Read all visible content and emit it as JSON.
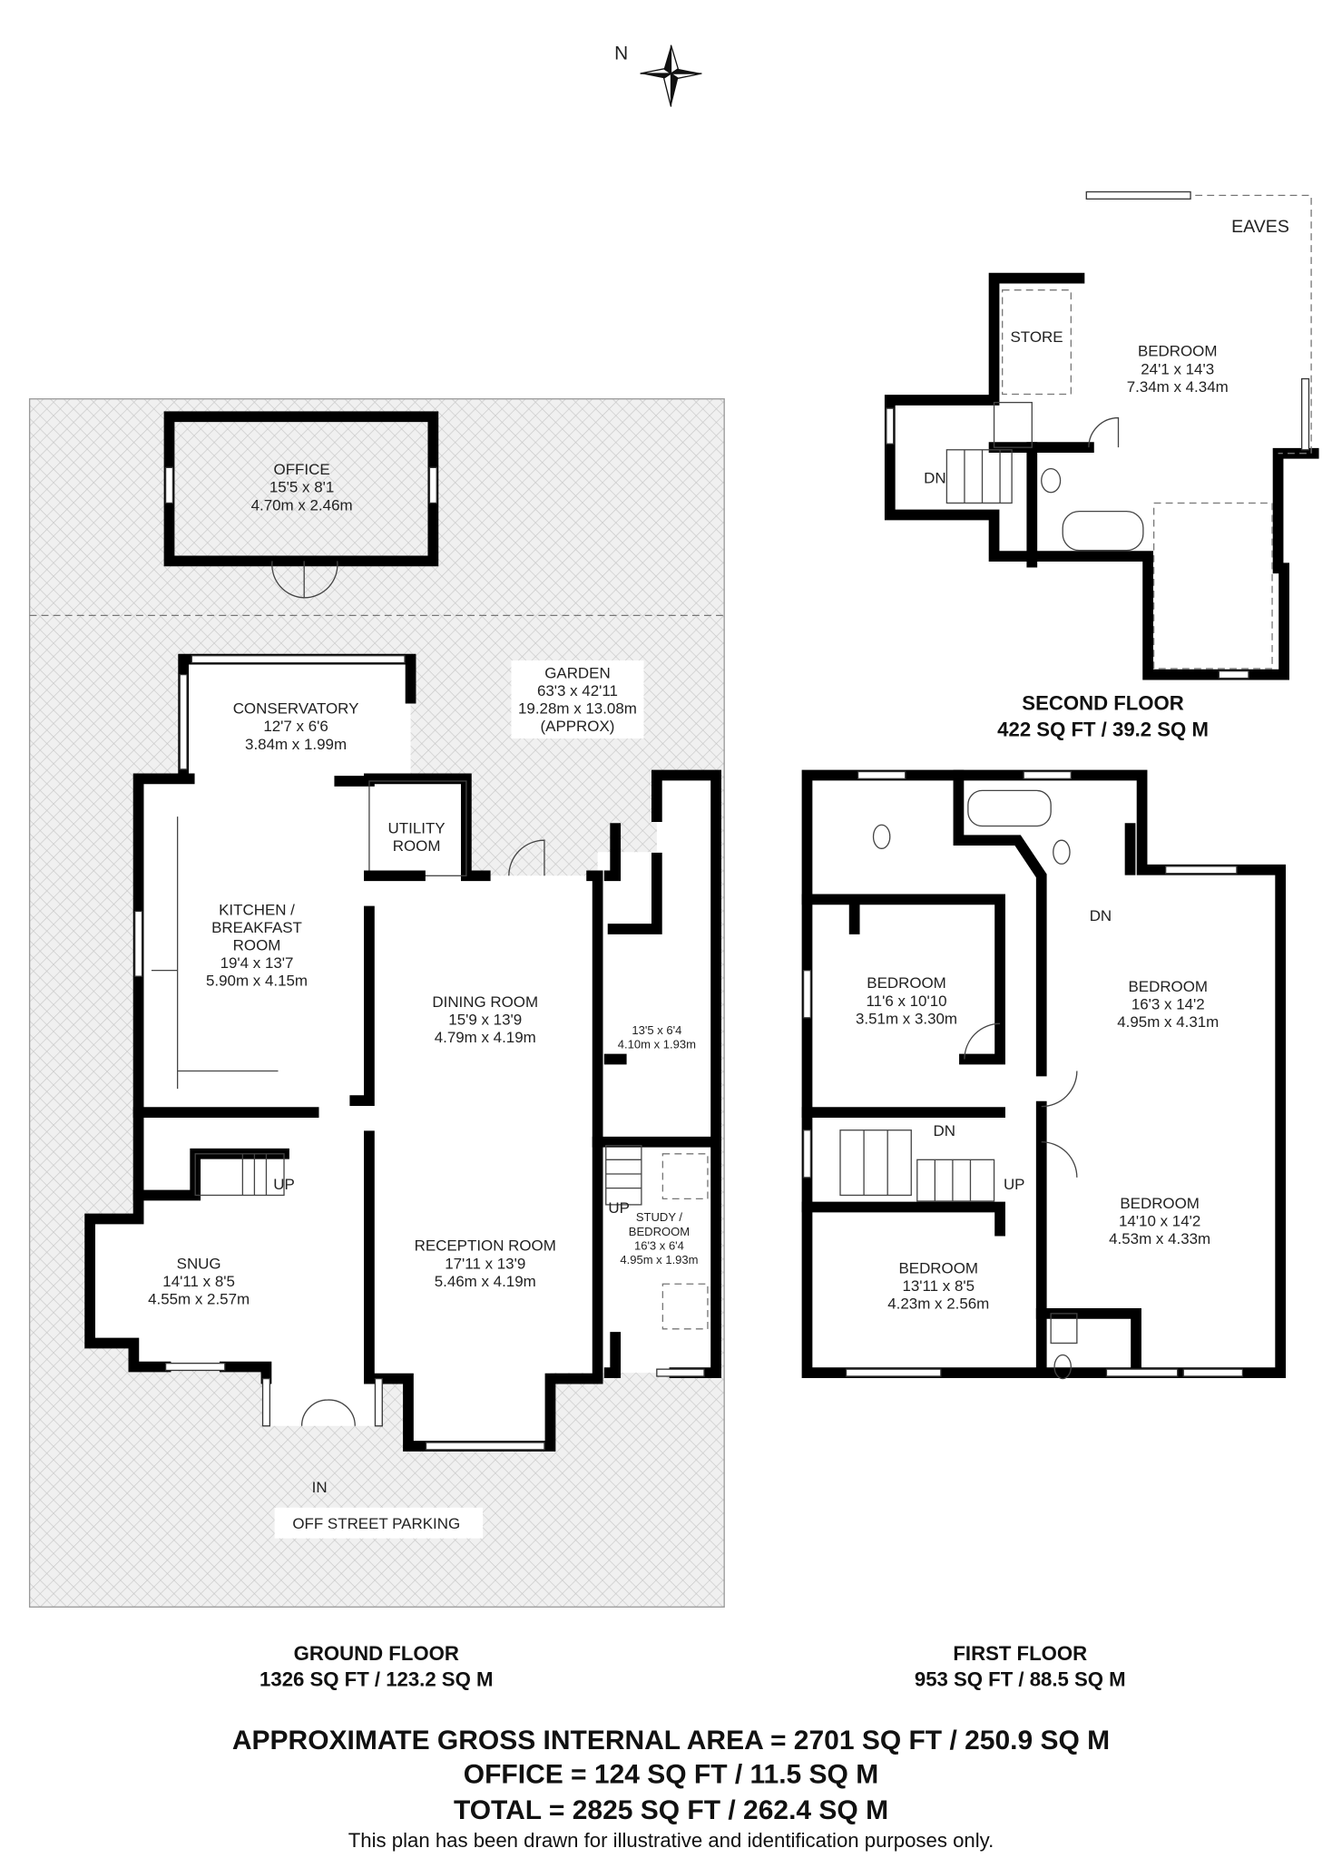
{
  "compass": {
    "label": "N",
    "icon": "compass-rose-icon"
  },
  "ground_floor": {
    "title": "GROUND FLOOR",
    "area": "1326 SQ FT / 123.2 SQ M",
    "rooms": {
      "office": {
        "name": "OFFICE",
        "imperial": "15'5 x 8'1",
        "metric": "4.70m x 2.46m"
      },
      "garden": {
        "name": "GARDEN",
        "imperial": "63'3 x 42'11",
        "metric": "19.28m x 13.08m",
        "note": "(APPROX)"
      },
      "conservatory": {
        "name": "CONSERVATORY",
        "imperial": "12'7 x 6'6",
        "metric": "3.84m x 1.99m"
      },
      "utility": {
        "name1": "UTILITY",
        "name2": "ROOM"
      },
      "kitchen": {
        "name1": "KITCHEN /",
        "name2": "BREAKFAST",
        "name3": "ROOM",
        "imperial": "19'4 x 13'7",
        "metric": "5.90m x 4.15m"
      },
      "dining": {
        "name": "DINING ROOM",
        "imperial": "15'9 x 13'9",
        "metric": "4.79m x 4.19m"
      },
      "annex": {
        "imperial": "13'5 x 6'4",
        "metric": "4.10m x 1.93m"
      },
      "study": {
        "name1": "STUDY /",
        "name2": "BEDROOM",
        "imperial": "16'3 x 6'4",
        "metric": "4.95m x 1.93m"
      },
      "snug": {
        "name": "SNUG",
        "imperial": "14'11 x 8'5",
        "metric": "4.55m x 2.57m"
      },
      "reception": {
        "name": "RECEPTION ROOM",
        "imperial": "17'11 x 13'9",
        "metric": "5.46m x 4.19m"
      }
    },
    "up1": "UP",
    "up2": "UP",
    "entrance": "IN",
    "parking": "OFF STREET PARKING"
  },
  "first_floor": {
    "title": "FIRST FLOOR",
    "area": "953 SQ FT / 88.5 SQ M",
    "rooms": {
      "bed1": {
        "name": "BEDROOM",
        "imperial": "11'6 x 10'10",
        "metric": "3.51m x 3.30m"
      },
      "bed2": {
        "name": "BEDROOM",
        "imperial": "16'3 x 14'2",
        "metric": "4.95m x 4.31m"
      },
      "bed3": {
        "name": "BEDROOM",
        "imperial": "13'11 x 8'5",
        "metric": "4.23m x 2.56m"
      },
      "bed4": {
        "name": "BEDROOM",
        "imperial": "14'10 x 14'2",
        "metric": "4.53m x 4.33m"
      }
    },
    "dn1": "DN",
    "dn2": "DN",
    "up": "UP"
  },
  "second_floor": {
    "title": "SECOND FLOOR",
    "area": "422 SQ FT / 39.2 SQ M",
    "rooms": {
      "eaves": {
        "name": "EAVES"
      },
      "store": {
        "name": "STORE"
      },
      "bedroom": {
        "name": "BEDROOM",
        "imperial": "24'1 x 14'3",
        "metric": "7.34m x 4.34m"
      }
    },
    "dn": "DN"
  },
  "totals": {
    "gross": "APPROXIMATE GROSS INTERNAL AREA = 2701 SQ FT / 250.9 SQ M",
    "office": "OFFICE = 124 SQ FT / 11.5 SQ M",
    "total": "TOTAL = 2825 SQ FT / 262.4 SQ M",
    "disclaimer": "This plan has been drawn for illustrative and identification purposes only."
  }
}
